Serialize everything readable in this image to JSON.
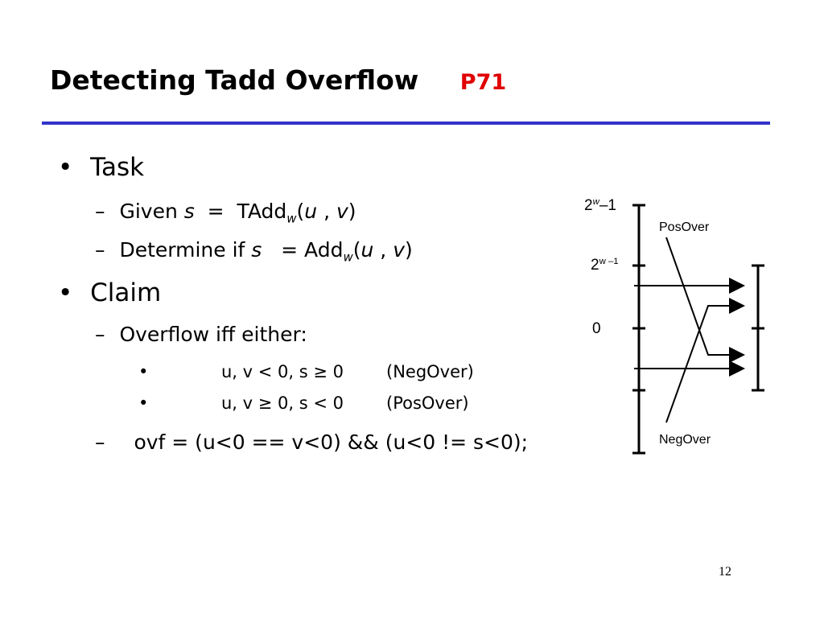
{
  "title": {
    "main": "Detecting Tadd Overflow",
    "ref": "P71"
  },
  "bullets": {
    "task": "Task",
    "given_prefix": "Given ",
    "given_s": "s",
    "given_eq": "  =  TAdd",
    "given_sub": "w",
    "given_args_open": "(",
    "given_u": "u",
    "given_comma": " , ",
    "given_v": "v",
    "given_close": ")",
    "determine_prefix": "Determine if ",
    "determine_s": "s",
    "determine_eq": "   = Add",
    "determine_sub": "w",
    "determine_open": "(",
    "determine_u": "u",
    "determine_comma": " , ",
    "determine_v": "v",
    "determine_close": ")",
    "claim": "Claim",
    "overflow_iff": "Overflow iff either:",
    "neg_cond": "u, v < 0, s ≥ 0",
    "neg_label": "(NegOver)",
    "pos_cond": "u, v ≥ 0, s < 0",
    "pos_label": "(PosOver)",
    "code": "ovf = (u<0 == v<0) && (u<0 != s<0);"
  },
  "diagram": {
    "top_label_base": "2",
    "top_label_exp": "w",
    "top_label_suffix": "–1",
    "mid_label_base": "2",
    "mid_label_exp": "w –1",
    "zero_label": "0",
    "posover": "PosOver",
    "negover": "NegOver"
  },
  "page_number": "12"
}
